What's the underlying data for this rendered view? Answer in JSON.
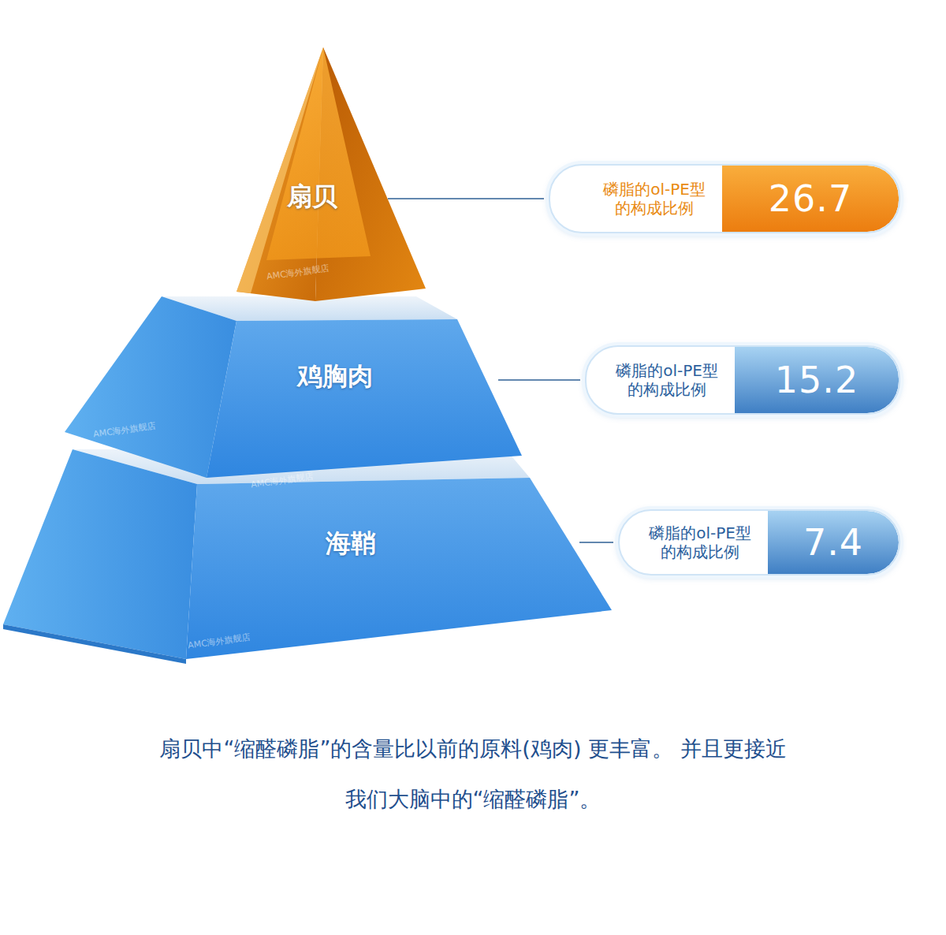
{
  "diagram": {
    "caption": "扇贝中“缩醛磷脂”的含量比以前的原料(鸡肉) 更丰富。 并且更接近我们大脑中的“缩醛磷脂”。",
    "nodes": [
      {
        "text": [
          "扇贝"
        ]
      },
      {
        "text": [
          "鸡胸肉"
        ]
      },
      {
        "text": [
          "海鞘"
        ]
      },
      {
        "text": [
          "磷脂的ol-PE型 的构成比例",
          "26.7"
        ]
      },
      {
        "text": [
          "磷脂的ol-PE型 的构成比例",
          "15.2"
        ]
      },
      {
        "text": [
          "磷脂的ol-PE型 的构成比例",
          "7.4"
        ]
      }
    ],
    "edges": [
      {
        "from": 0,
        "to": 3,
        "arrow": "none"
      },
      {
        "from": 1,
        "to": 4,
        "arrow": "none"
      },
      {
        "from": 2,
        "to": 5,
        "arrow": "none"
      }
    ],
    "labels": [
      "AMC海外旗舰店",
      "AMC海外旗舰店",
      "AMC海外旗舰店",
      "AMC海外旗舰店"
    ]
  }
}
